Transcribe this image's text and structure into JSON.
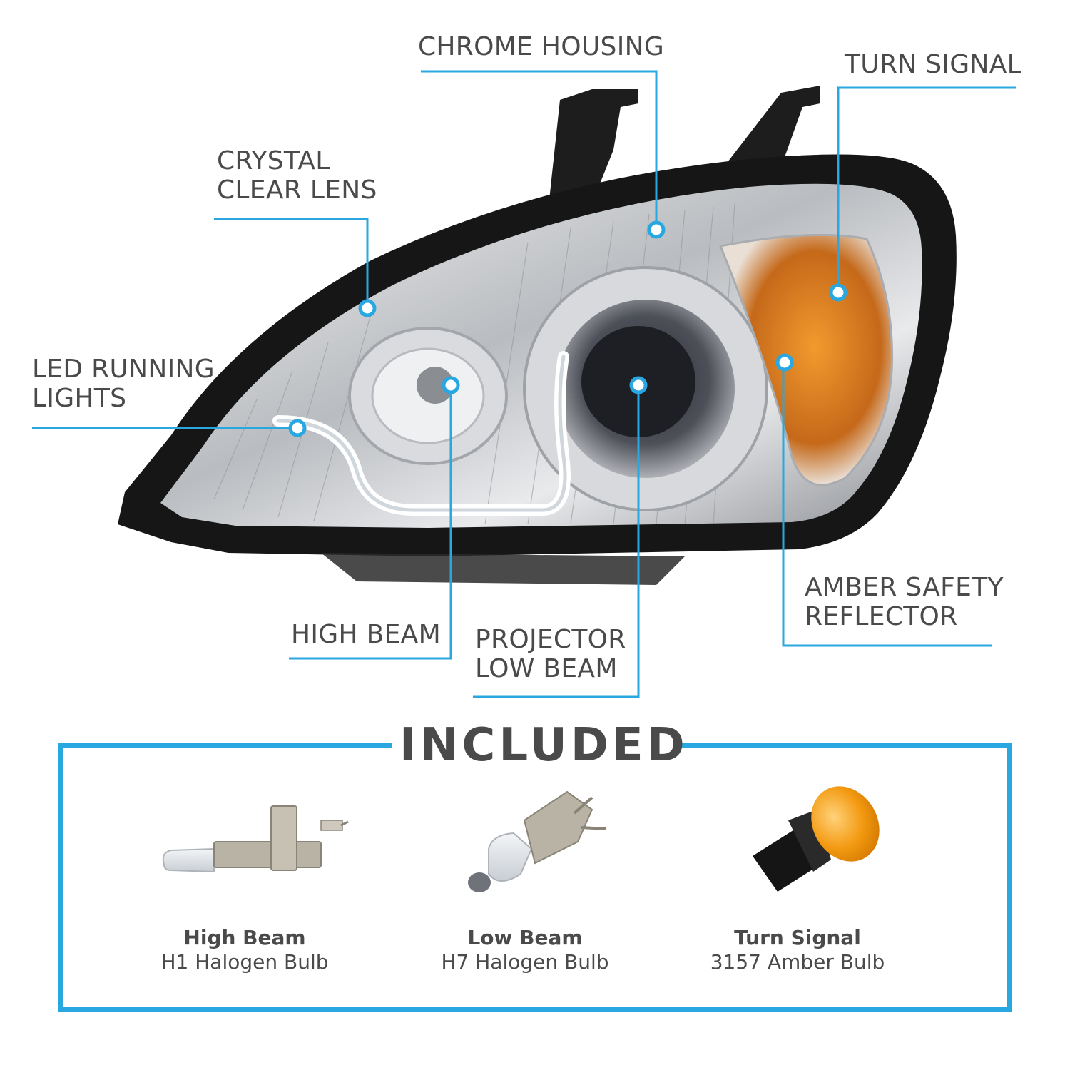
{
  "callouts": {
    "chrome_housing": "CHROME HOUSING",
    "turn_signal": "TURN SIGNAL",
    "crystal_clear_lens": [
      "CRYSTAL",
      "CLEAR LENS"
    ],
    "led_running_lights": [
      "LED RUNNING",
      "LIGHTS"
    ],
    "high_beam": "HIGH BEAM",
    "projector_low_beam": [
      "PROJECTOR",
      "LOW BEAM"
    ],
    "amber_safety_reflector": [
      "AMBER SAFETY",
      "REFLECTOR"
    ]
  },
  "included": {
    "title": "INCLUDED",
    "bulbs": [
      {
        "name": "High Beam",
        "desc": "H1 Halogen Bulb"
      },
      {
        "name": "Low Beam",
        "desc": "H7 Halogen Bulb"
      },
      {
        "name": "Turn Signal",
        "desc": "3157 Amber Bulb"
      }
    ]
  },
  "colors": {
    "accent": "#29a7e1",
    "text": "#4a4a4a",
    "housing": "#1a1a1a",
    "amber": "#e8831a"
  }
}
